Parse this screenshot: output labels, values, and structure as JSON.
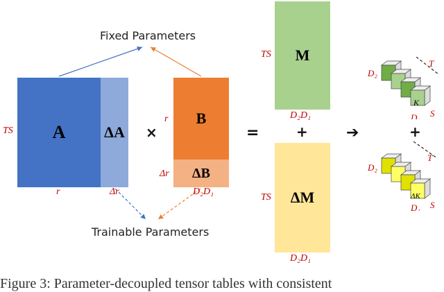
{
  "labels": {
    "fixed_parameters": "Fixed Parameters",
    "trainable_parameters": "Trainable Parameters"
  },
  "blocks": {
    "A": {
      "label": "A",
      "color": "#4472c4"
    },
    "delta_A": {
      "label": "ΔA",
      "color": "#8eaadb"
    },
    "B": {
      "label": "B",
      "color": "#ed7d31"
    },
    "delta_B": {
      "label": "ΔB",
      "color": "#f4b183"
    },
    "M": {
      "label": "M",
      "color": "#a9d18e"
    },
    "delta_M": {
      "label": "ΔM",
      "color": "#ffe699"
    }
  },
  "dims": {
    "A_rows": "TS",
    "A_cols": "r",
    "delta_A_cols": "Δr",
    "B_rows": "r",
    "delta_B_rows": "Δr",
    "B_cols": "D₂D₁",
    "M_rows": "TS",
    "M_cols": "D₂D₁",
    "delta_M_rows": "TS",
    "delta_M_cols": "D₂D₁"
  },
  "operators": {
    "times": "×",
    "equals": "=",
    "plus": "+",
    "arrow": "➔"
  },
  "tensor_top": {
    "d2": "D₂",
    "t": "T",
    "k": "K",
    "d1": "D₁",
    "s": "S",
    "colors": [
      "#70ad47",
      "#a9d18e"
    ]
  },
  "tensor_bottom": {
    "d2": "D₂",
    "t": "T",
    "k": "ΔK",
    "d1": "D₁",
    "s": "S",
    "colors": [
      "#e1e100",
      "#ffff66"
    ]
  },
  "arrow_colors": {
    "blue": "#4472c4",
    "orange": "#ed7d31"
  },
  "caption": "Figure 3:  Parameter-decoupled tensor tables with consistent"
}
